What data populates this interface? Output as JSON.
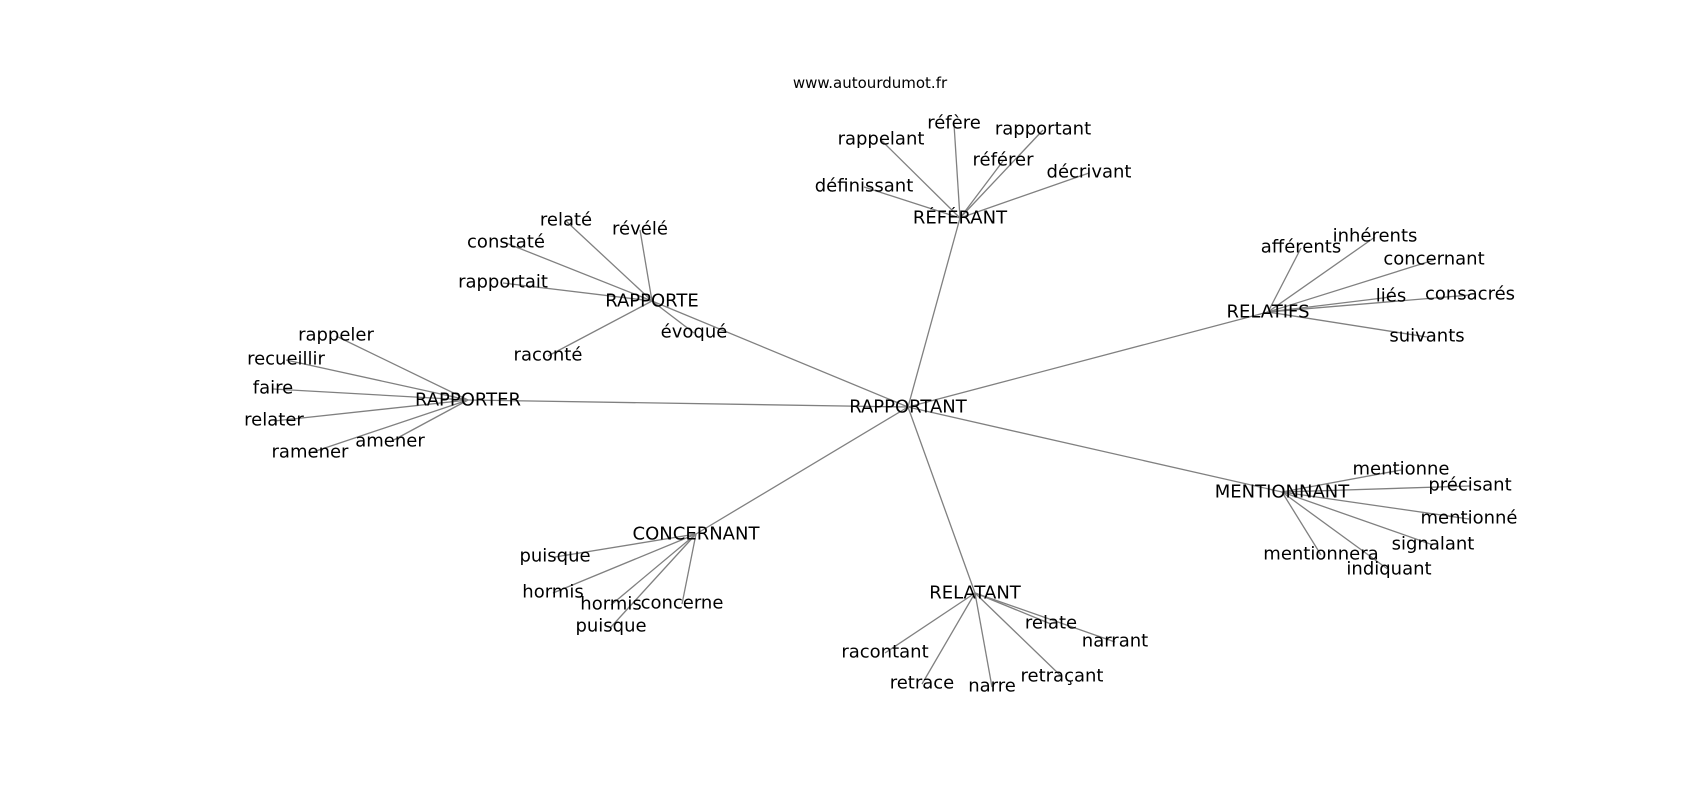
{
  "source": "www.autourdumot.fr",
  "center": "RAPPORTANT",
  "hubs": [
    {
      "id": "referant",
      "label": "RÉFÉRANT",
      "words": [
        "rappelant",
        "réfère",
        "rapportant",
        "référer",
        "décrivant",
        "définissant"
      ]
    },
    {
      "id": "relatifs",
      "label": "RELATIFS",
      "words": [
        "afférents",
        "inhérents",
        "concernant",
        "liés",
        "consacrés",
        "suivants"
      ]
    },
    {
      "id": "mentionnant",
      "label": "MENTIONNANT",
      "words": [
        "mentionne",
        "précisant",
        "mentionné",
        "signalant",
        "indiquant",
        "mentionnera"
      ]
    },
    {
      "id": "relatant",
      "label": "RELATANT",
      "words": [
        "relate",
        "narrant",
        "retraçant",
        "narre",
        "retrace",
        "racontant"
      ]
    },
    {
      "id": "concernant",
      "label": "CONCERNANT",
      "words": [
        "puisque",
        "hormis",
        "hormis",
        "concerne",
        "puisque"
      ]
    },
    {
      "id": "rapporter",
      "label": "RAPPORTER",
      "words": [
        "rappeler",
        "recueillir",
        "faire",
        "relater",
        "ramener",
        "amener"
      ]
    },
    {
      "id": "rapporte",
      "label": "RAPPORTE",
      "words": [
        "relaté",
        "révélé",
        "constaté",
        "rapportait",
        "raconté",
        "évoqué"
      ]
    }
  ]
}
